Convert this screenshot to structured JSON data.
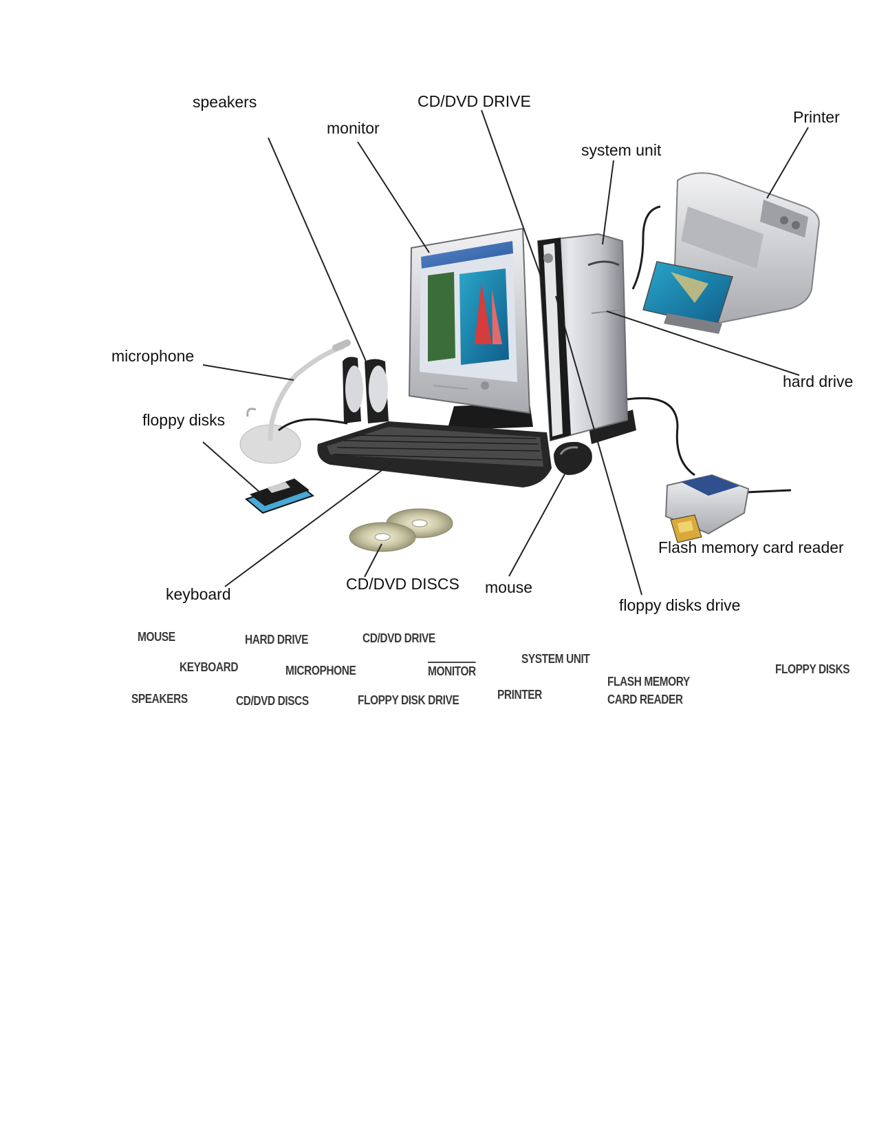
{
  "labels": {
    "speakers": "speakers",
    "cd_dvd_drive": "CD/DVD DRIVE",
    "printer": "Printer",
    "monitor": "monitor",
    "system_unit": "system unit",
    "microphone": "microphone",
    "hard_drive": "hard drive",
    "floppy_disks": "floppy disks",
    "flash_reader": "Flash memory card reader",
    "keyboard": "keyboard",
    "cd_dvd_discs": "CD/DVD DISCS",
    "mouse": "mouse",
    "floppy_disks_drive": "floppy disks drive"
  },
  "word_bank": {
    "mouse": "MOUSE",
    "hard_drive": "HARD DRIVE",
    "cd_dvd_drive": "CD/DVD DRIVE",
    "keyboard": "KEYBOARD",
    "microphone": "MICROPHONE",
    "monitor": "MONITOR",
    "system_unit": "SYSTEM UNIT",
    "floppy_disks": "FLOPPY DISKS",
    "flash_line1": "FLASH MEMORY",
    "flash_line2": "CARD READER",
    "speakers": "SPEAKERS",
    "cd_dvd_discs": "CD/DVD DISCS",
    "floppy_disk_drive": "FLOPPY DISK DRIVE",
    "printer": "PRINTER"
  }
}
